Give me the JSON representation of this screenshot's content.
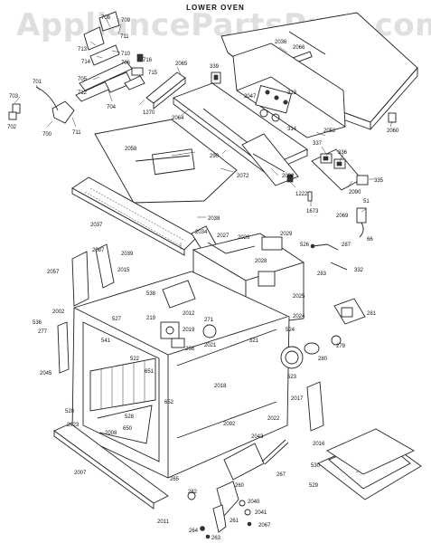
{
  "diagram": {
    "watermark": "AppliancePartsPros.com",
    "title": "LOWER OVEN",
    "parts": [
      {
        "id": "708",
        "label": "708"
      },
      {
        "id": "709",
        "label": "709"
      },
      {
        "id": "711a",
        "label": "711"
      },
      {
        "id": "713",
        "label": "713"
      },
      {
        "id": "714",
        "label": "714"
      },
      {
        "id": "710",
        "label": "710"
      },
      {
        "id": "706",
        "label": "706"
      },
      {
        "id": "716",
        "label": "716"
      },
      {
        "id": "715",
        "label": "715"
      },
      {
        "id": "705",
        "label": "705"
      },
      {
        "id": "712",
        "label": "712"
      },
      {
        "id": "704",
        "label": "704"
      },
      {
        "id": "703",
        "label": "703"
      },
      {
        "id": "701",
        "label": "701"
      },
      {
        "id": "702",
        "label": "702"
      },
      {
        "id": "700",
        "label": "700"
      },
      {
        "id": "711b",
        "label": "711"
      },
      {
        "id": "2065",
        "label": "2065"
      },
      {
        "id": "339",
        "label": "339"
      },
      {
        "id": "2036",
        "label": "2036"
      },
      {
        "id": "2066",
        "label": "2066"
      },
      {
        "id": "2047",
        "label": "2047"
      },
      {
        "id": "313",
        "label": "313"
      },
      {
        "id": "314",
        "label": "314"
      },
      {
        "id": "1270",
        "label": "1270"
      },
      {
        "id": "2064",
        "label": "2064"
      },
      {
        "id": "2052",
        "label": "2052"
      },
      {
        "id": "2060",
        "label": "2060"
      },
      {
        "id": "337",
        "label": "337"
      },
      {
        "id": "336",
        "label": "336"
      },
      {
        "id": "2058",
        "label": "2058"
      },
      {
        "id": "290",
        "label": "290"
      },
      {
        "id": "2032",
        "label": "2032"
      },
      {
        "id": "2072",
        "label": "2072"
      },
      {
        "id": "1222",
        "label": "1222"
      },
      {
        "id": "2090",
        "label": "2090"
      },
      {
        "id": "335",
        "label": "335"
      },
      {
        "id": "1673",
        "label": "1673"
      },
      {
        "id": "51",
        "label": "51"
      },
      {
        "id": "2069",
        "label": "2069"
      },
      {
        "id": "66",
        "label": "66"
      },
      {
        "id": "2038",
        "label": "2038"
      },
      {
        "id": "2037",
        "label": "2037"
      },
      {
        "id": "2034",
        "label": "2034"
      },
      {
        "id": "2027",
        "label": "2027"
      },
      {
        "id": "2026",
        "label": "2026"
      },
      {
        "id": "2029",
        "label": "2029"
      },
      {
        "id": "526",
        "label": "526"
      },
      {
        "id": "287",
        "label": "287"
      },
      {
        "id": "2087",
        "label": "2087"
      },
      {
        "id": "2039",
        "label": "2039"
      },
      {
        "id": "2028",
        "label": "2028"
      },
      {
        "id": "283",
        "label": "283"
      },
      {
        "id": "332",
        "label": "332"
      },
      {
        "id": "2057",
        "label": "2057"
      },
      {
        "id": "2015",
        "label": "2015"
      },
      {
        "id": "538",
        "label": "538"
      },
      {
        "id": "2025",
        "label": "2025"
      },
      {
        "id": "2002",
        "label": "2002"
      },
      {
        "id": "536",
        "label": "536"
      },
      {
        "id": "277",
        "label": "277"
      },
      {
        "id": "527",
        "label": "527"
      },
      {
        "id": "219",
        "label": "219"
      },
      {
        "id": "2012",
        "label": "2012"
      },
      {
        "id": "271",
        "label": "271"
      },
      {
        "id": "2024",
        "label": "2024"
      },
      {
        "id": "281",
        "label": "281"
      },
      {
        "id": "2019",
        "label": "2019"
      },
      {
        "id": "321",
        "label": "321"
      },
      {
        "id": "541",
        "label": "541"
      },
      {
        "id": "268",
        "label": "268"
      },
      {
        "id": "2021",
        "label": "2021"
      },
      {
        "id": "524",
        "label": "524"
      },
      {
        "id": "279",
        "label": "279"
      },
      {
        "id": "280",
        "label": "280"
      },
      {
        "id": "522",
        "label": "522"
      },
      {
        "id": "2045",
        "label": "2045"
      },
      {
        "id": "651",
        "label": "651"
      },
      {
        "id": "523",
        "label": "523"
      },
      {
        "id": "2018",
        "label": "2018"
      },
      {
        "id": "652",
        "label": "652"
      },
      {
        "id": "2017",
        "label": "2017"
      },
      {
        "id": "520",
        "label": "520"
      },
      {
        "id": "528",
        "label": "528"
      },
      {
        "id": "650",
        "label": "650"
      },
      {
        "id": "2092",
        "label": "2092"
      },
      {
        "id": "2022",
        "label": "2022"
      },
      {
        "id": "2023",
        "label": "2023"
      },
      {
        "id": "2008",
        "label": "2008"
      },
      {
        "id": "2043",
        "label": "2043"
      },
      {
        "id": "2016",
        "label": "2016"
      },
      {
        "id": "2007",
        "label": "2007"
      },
      {
        "id": "265",
        "label": "265"
      },
      {
        "id": "267",
        "label": "267"
      },
      {
        "id": "530",
        "label": "530"
      },
      {
        "id": "260",
        "label": "260"
      },
      {
        "id": "529",
        "label": "529"
      },
      {
        "id": "282",
        "label": "282"
      },
      {
        "id": "2040",
        "label": "2040"
      },
      {
        "id": "2011",
        "label": "2011"
      },
      {
        "id": "2041",
        "label": "2041"
      },
      {
        "id": "261",
        "label": "261"
      },
      {
        "id": "264",
        "label": "264"
      },
      {
        "id": "2067",
        "label": "2067"
      },
      {
        "id": "263",
        "label": "263"
      }
    ]
  }
}
